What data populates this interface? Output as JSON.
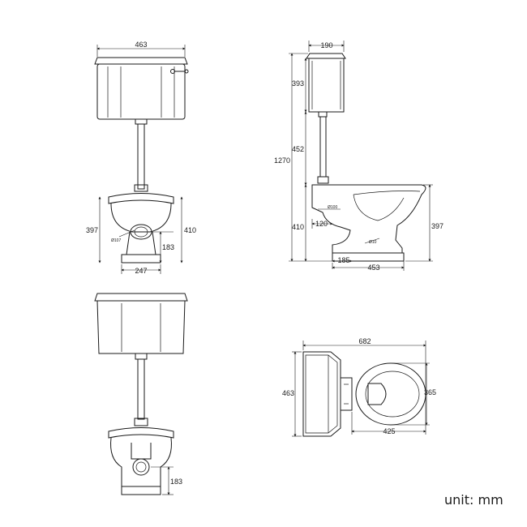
{
  "unit_label": "unit: mm",
  "views": {
    "front": {
      "width": "463",
      "pan_height": "397",
      "outlet_height": "410",
      "outlet_offset": "183",
      "base_width": "247",
      "inlet_dia": "Ø107"
    },
    "side": {
      "cistern_depth": "190",
      "cistern_height": "393",
      "pipe_length": "452",
      "total_height": "1270",
      "pan_height": "410",
      "seat_height": "397",
      "inlet_offset": "120",
      "inlet_dia": "Ø100",
      "base_depth": "453",
      "base_offset": "185",
      "fixing_dia": "Ø10"
    },
    "back": {
      "outlet_offset": "183"
    },
    "plan": {
      "overall_length": "682",
      "cistern_width": "463",
      "bowl_width": "365",
      "bowl_length": "425"
    }
  },
  "colors": {
    "line": "#1a1a1a",
    "background": "#ffffff"
  }
}
